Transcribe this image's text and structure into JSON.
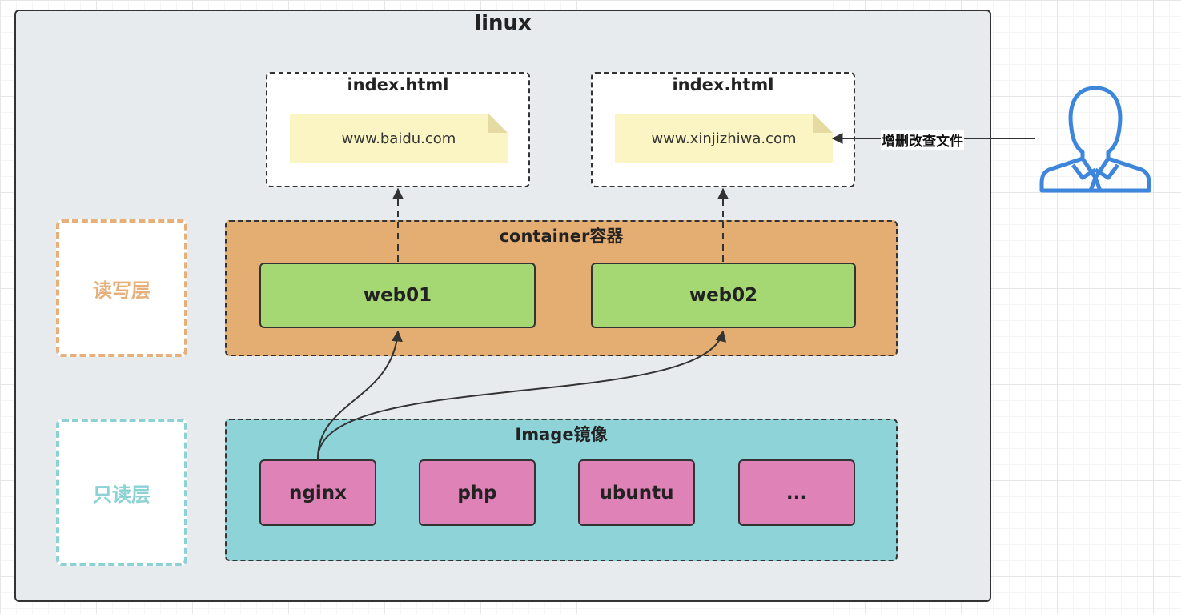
{
  "linux": {
    "title": "linux"
  },
  "files": [
    {
      "title": "index.html",
      "content": "www.baidu.com"
    },
    {
      "title": "index.html",
      "content": "www.xinjizhiwa.com"
    }
  ],
  "layers": {
    "read_write": "读写层",
    "read_only": "只读层"
  },
  "container": {
    "title": "container容器",
    "items": [
      "web01",
      "web02"
    ]
  },
  "image": {
    "title": "Image镜像",
    "items": [
      "nginx",
      "php",
      "ubuntu",
      "..."
    ]
  },
  "user": {
    "icon": "user-icon",
    "edge_label": "增删改查文件"
  },
  "colors": {
    "container_fill": "#e4ad71",
    "image_fill": "#8dd3d8",
    "web_fill": "#a5d873",
    "image_item_fill": "#de82b8",
    "note_fill": "#fbf5c3",
    "user_icon": "#3d86dc"
  }
}
